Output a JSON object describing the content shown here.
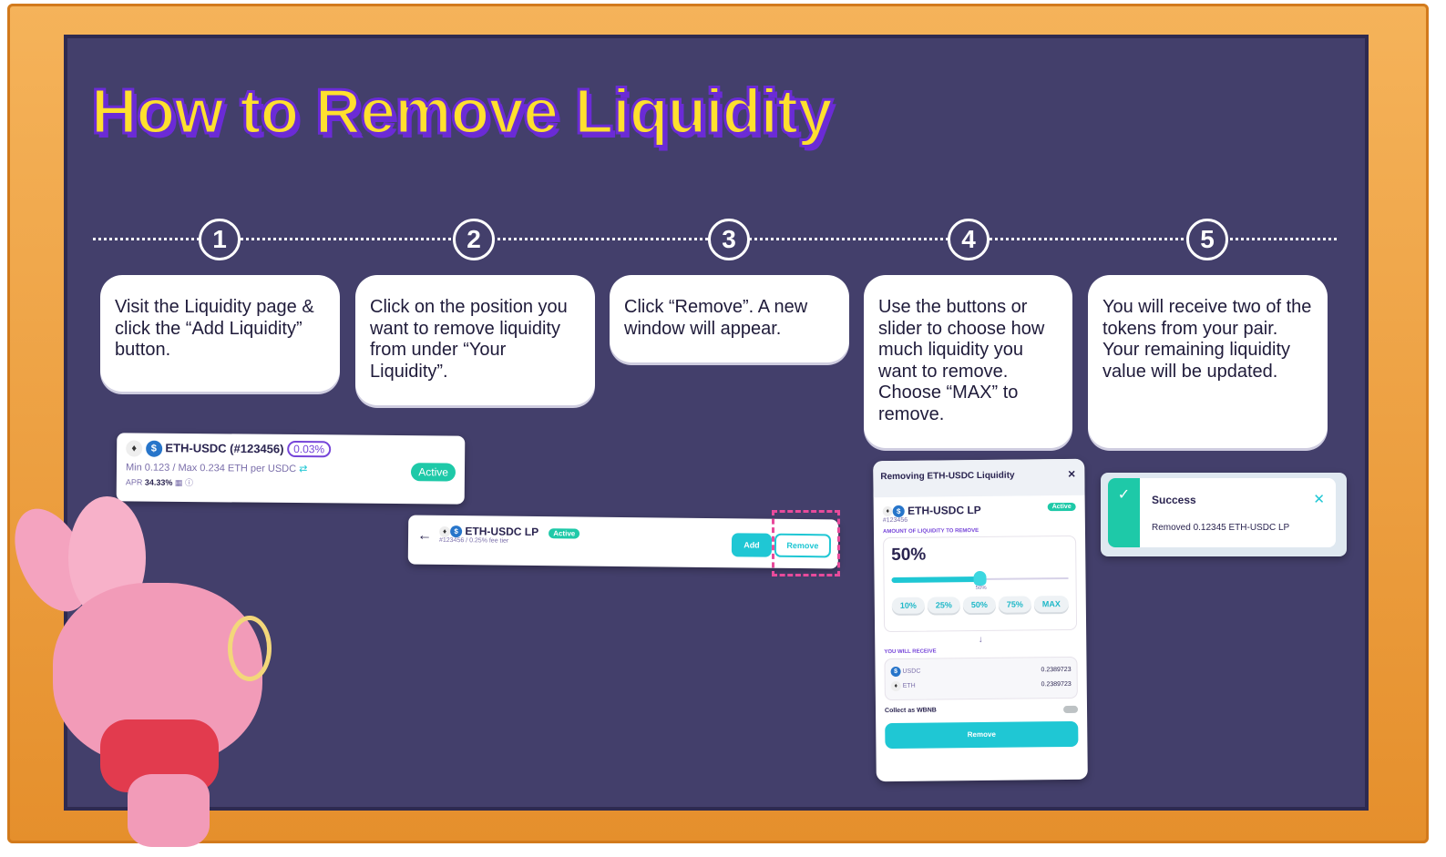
{
  "title": "How to Remove Liquidity",
  "steps": [
    {
      "num": "1",
      "text": "Visit the Liquidity page & click the “Add Liquidity” button."
    },
    {
      "num": "2",
      "text": "Click on the position you want to remove liquidity from under “Your Liquidity”."
    },
    {
      "num": "3",
      "text": "Click “Remove”. A new window will appear."
    },
    {
      "num": "4",
      "text": "Use the buttons or slider to choose how much liquidity you want to remove. Choose “MAX” to remove."
    },
    {
      "num": "5",
      "text": "You will receive two of the tokens from your pair. Your remaining liquidity value will be updated."
    }
  ],
  "position_card": {
    "pair": "ETH-USDC (#123456)",
    "fee": "0.03%",
    "range": "Min 0.123 / Max 0.234 ETH per USDC",
    "apr_label": "APR",
    "apr": "34.33%",
    "status": "Active"
  },
  "lp_bar": {
    "name": "ETH-USDC LP",
    "status": "Active",
    "sub": "#123456 / 0.25% fee tier",
    "add": "Add",
    "remove": "Remove"
  },
  "modal": {
    "title": "Removing ETH-USDC Liquidity",
    "close": "×",
    "lp": "ETH-USDC LP",
    "id": "#123456",
    "status": "Active",
    "amount_label": "AMOUNT OF LIQUIDITY TO REMOVE",
    "amount": "50%",
    "slider_value": 50,
    "slider_label": "50%",
    "presets": [
      "10%",
      "25%",
      "50%",
      "75%",
      "MAX"
    ],
    "receive_label": "YOU WILL RECEIVE",
    "tokens": [
      {
        "sym": "USDC",
        "amt": "0.2389723"
      },
      {
        "sym": "ETH",
        "amt": "0.2389723"
      }
    ],
    "collect": "Collect as WBNB",
    "remove": "Remove"
  },
  "toast": {
    "title": "Success",
    "message": "Removed 0.12345 ETH-USDC LP",
    "close": "✕"
  }
}
